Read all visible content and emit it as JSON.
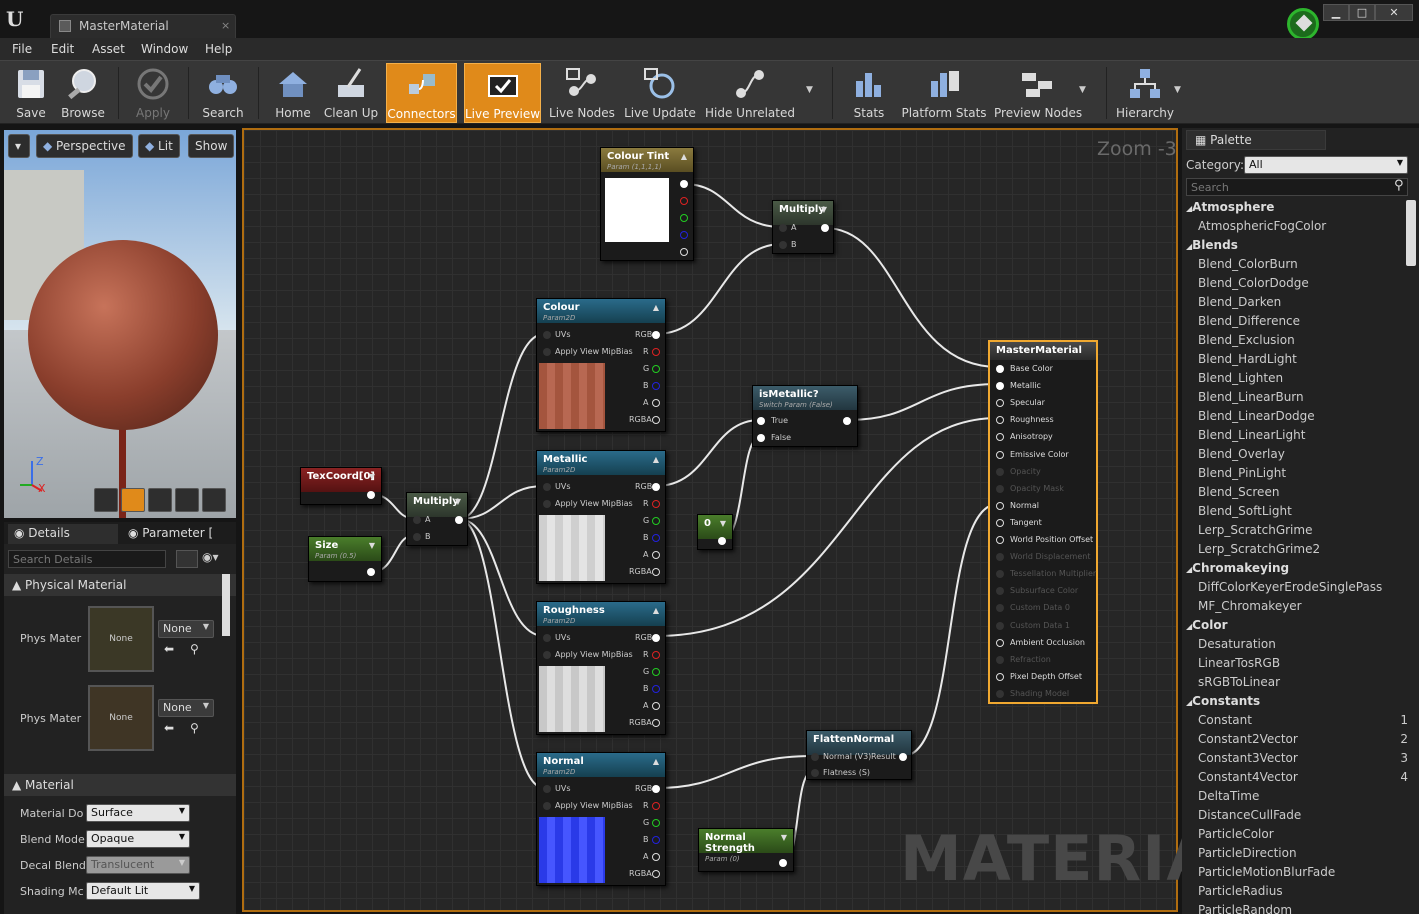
{
  "window": {
    "tab_title": "MasterMaterial",
    "close": "×",
    "min": "▁",
    "max": "□",
    "x": "✕"
  },
  "menu": [
    "File",
    "Edit",
    "Asset",
    "Window",
    "Help"
  ],
  "toolbar": [
    {
      "label": "Save",
      "icon": "save-icon",
      "state": "normal"
    },
    {
      "label": "Browse",
      "icon": "browse-icon",
      "state": "normal"
    },
    {
      "label": "Apply",
      "icon": "apply-icon",
      "state": "disabled"
    },
    {
      "label": "Search",
      "icon": "search-icon",
      "state": "normal"
    },
    {
      "label": "Home",
      "icon": "home-icon",
      "state": "normal"
    },
    {
      "label": "Clean Up",
      "icon": "clean-up-icon",
      "state": "normal"
    },
    {
      "label": "Connectors",
      "icon": "connectors-icon",
      "state": "active"
    },
    {
      "label": "Live Preview",
      "icon": "live-preview-icon",
      "state": "active"
    },
    {
      "label": "Live Nodes",
      "icon": "live-nodes-icon",
      "state": "normal"
    },
    {
      "label": "Live Update",
      "icon": "live-update-icon",
      "state": "normal"
    },
    {
      "label": "Hide Unrelated",
      "icon": "hide-unrelated-icon",
      "state": "normal"
    },
    {
      "label": "Stats",
      "icon": "stats-icon",
      "state": "normal"
    },
    {
      "label": "Platform Stats",
      "icon": "platform-stats-icon",
      "state": "normal"
    },
    {
      "label": "Preview Nodes",
      "icon": "preview-nodes-icon",
      "state": "normal"
    },
    {
      "label": "Hierarchy",
      "icon": "hierarchy-icon",
      "state": "normal"
    }
  ],
  "viewport": {
    "perspective": "Perspective",
    "lit": "Lit",
    "show": "Show",
    "axis_z": "Z",
    "axis_x": "X"
  },
  "details": {
    "tab_details": "Details",
    "tab_params": "Parameter [",
    "search_placeholder": "Search Details",
    "physical_material_header": "Physical Material",
    "phys_label_1": "Phys Mater",
    "phys_label_2": "Phys Mater",
    "thumb_none": "None",
    "combo_none": "None",
    "material_header": "Material",
    "rows": [
      {
        "label": "Material Do",
        "value": "Surface"
      },
      {
        "label": "Blend Mode",
        "value": "Opaque"
      },
      {
        "label": "Decal Blend",
        "value": "Translucent"
      },
      {
        "label": "Shading Mc",
        "value": "Default Lit"
      }
    ]
  },
  "graph": {
    "zoom": "Zoom -3",
    "watermark": "MATERIAL"
  },
  "nodes": {
    "colour_tint": {
      "title": "Colour Tint",
      "sub": "Param (1,1,1,1)"
    },
    "multiply_top": {
      "title": "Multiply",
      "a": "A",
      "b": "B"
    },
    "colour": {
      "title": "Colour",
      "sub": "Param2D"
    },
    "metallic": {
      "title": "Metallic",
      "sub": "Param2D"
    },
    "roughness": {
      "title": "Roughness",
      "sub": "Param2D"
    },
    "normal": {
      "title": "Normal",
      "sub": "Param2D"
    },
    "texcoord": {
      "title": "TexCoord[0]"
    },
    "size": {
      "title": "Size",
      "sub": "Param (0.5)"
    },
    "multiply_left": {
      "title": "Multiply",
      "a": "A",
      "b": "B"
    },
    "is_metallic": {
      "title": "isMetallic?",
      "sub": "Switch Param (False)",
      "true": "True",
      "false": "False"
    },
    "zero": {
      "title": "0"
    },
    "flatten": {
      "title": "FlattenNormal",
      "in1": "Normal (V3)",
      "out": "Result",
      "in2": "Flatness (S)"
    },
    "normal_strength": {
      "title": "Normal Strength",
      "sub": "Param (0)"
    },
    "tex_pins": {
      "uvs": "UVs",
      "mip": "Apply View MipBias",
      "rgb": "RGB",
      "r": "R",
      "g": "G",
      "b": "B",
      "a": "A",
      "rgba": "RGBA"
    }
  },
  "master": {
    "title": "MasterMaterial",
    "pins": [
      {
        "label": "Base Color",
        "enabled": true
      },
      {
        "label": "Metallic",
        "enabled": true
      },
      {
        "label": "Specular",
        "enabled": true
      },
      {
        "label": "Roughness",
        "enabled": true
      },
      {
        "label": "Anisotropy",
        "enabled": true
      },
      {
        "label": "Emissive Color",
        "enabled": true
      },
      {
        "label": "Opacity",
        "enabled": false
      },
      {
        "label": "Opacity Mask",
        "enabled": false
      },
      {
        "label": "Normal",
        "enabled": true
      },
      {
        "label": "Tangent",
        "enabled": true
      },
      {
        "label": "World Position Offset",
        "enabled": true
      },
      {
        "label": "World Displacement",
        "enabled": false
      },
      {
        "label": "Tessellation Multiplier",
        "enabled": false
      },
      {
        "label": "Subsurface Color",
        "enabled": false
      },
      {
        "label": "Custom Data 0",
        "enabled": false
      },
      {
        "label": "Custom Data 1",
        "enabled": false
      },
      {
        "label": "Ambient Occlusion",
        "enabled": true
      },
      {
        "label": "Refraction",
        "enabled": false
      },
      {
        "label": "Pixel Depth Offset",
        "enabled": true
      },
      {
        "label": "Shading Model",
        "enabled": false
      }
    ]
  },
  "palette": {
    "tab": "Palette",
    "category_label": "Category:",
    "category_value": "All",
    "search_placeholder": "Search",
    "items": [
      {
        "text": "Atmosphere",
        "cat": true
      },
      {
        "text": "AtmosphericFogColor"
      },
      {
        "text": "Blends",
        "cat": true
      },
      {
        "text": "Blend_ColorBurn"
      },
      {
        "text": "Blend_ColorDodge"
      },
      {
        "text": "Blend_Darken"
      },
      {
        "text": "Blend_Difference"
      },
      {
        "text": "Blend_Exclusion"
      },
      {
        "text": "Blend_HardLight"
      },
      {
        "text": "Blend_Lighten"
      },
      {
        "text": "Blend_LinearBurn"
      },
      {
        "text": "Blend_LinearDodge"
      },
      {
        "text": "Blend_LinearLight"
      },
      {
        "text": "Blend_Overlay"
      },
      {
        "text": "Blend_PinLight"
      },
      {
        "text": "Blend_Screen"
      },
      {
        "text": "Blend_SoftLight"
      },
      {
        "text": "Lerp_ScratchGrime"
      },
      {
        "text": "Lerp_ScratchGrime2"
      },
      {
        "text": "Chromakeying",
        "cat": true
      },
      {
        "text": "DiffColorKeyerErodeSinglePass"
      },
      {
        "text": "MF_Chromakeyer"
      },
      {
        "text": "Color",
        "cat": true
      },
      {
        "text": "Desaturation"
      },
      {
        "text": "LinearTosRGB"
      },
      {
        "text": "sRGBToLinear"
      },
      {
        "text": "Constants",
        "cat": true
      },
      {
        "text": "Constant",
        "key": "1"
      },
      {
        "text": "Constant2Vector",
        "key": "2"
      },
      {
        "text": "Constant3Vector",
        "key": "3"
      },
      {
        "text": "Constant4Vector",
        "key": "4"
      },
      {
        "text": "DeltaTime"
      },
      {
        "text": "DistanceCullFade"
      },
      {
        "text": "ParticleColor"
      },
      {
        "text": "ParticleDirection"
      },
      {
        "text": "ParticleMotionBlurFade"
      },
      {
        "text": "ParticleRadius"
      },
      {
        "text": "ParticleRandom"
      }
    ]
  }
}
